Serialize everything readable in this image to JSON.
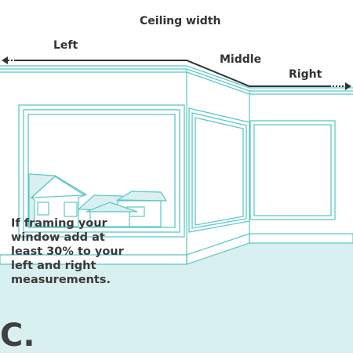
{
  "diagram": {
    "title": "Ceiling width",
    "labels": {
      "left": "Left",
      "middle": "Middle",
      "right": "Right"
    },
    "note_lines": [
      "If framing your",
      "window add at",
      "least 30% to your",
      "left and right",
      "measurements."
    ],
    "panel_letter": "C."
  },
  "colors": {
    "line": "#5cc8c6",
    "fill": "#d8f0ef",
    "text": "#333333",
    "measure": "#333333"
  },
  "icons": {
    "left_arrow": "arrow-left-icon",
    "right_arrow": "arrow-right-icon"
  }
}
